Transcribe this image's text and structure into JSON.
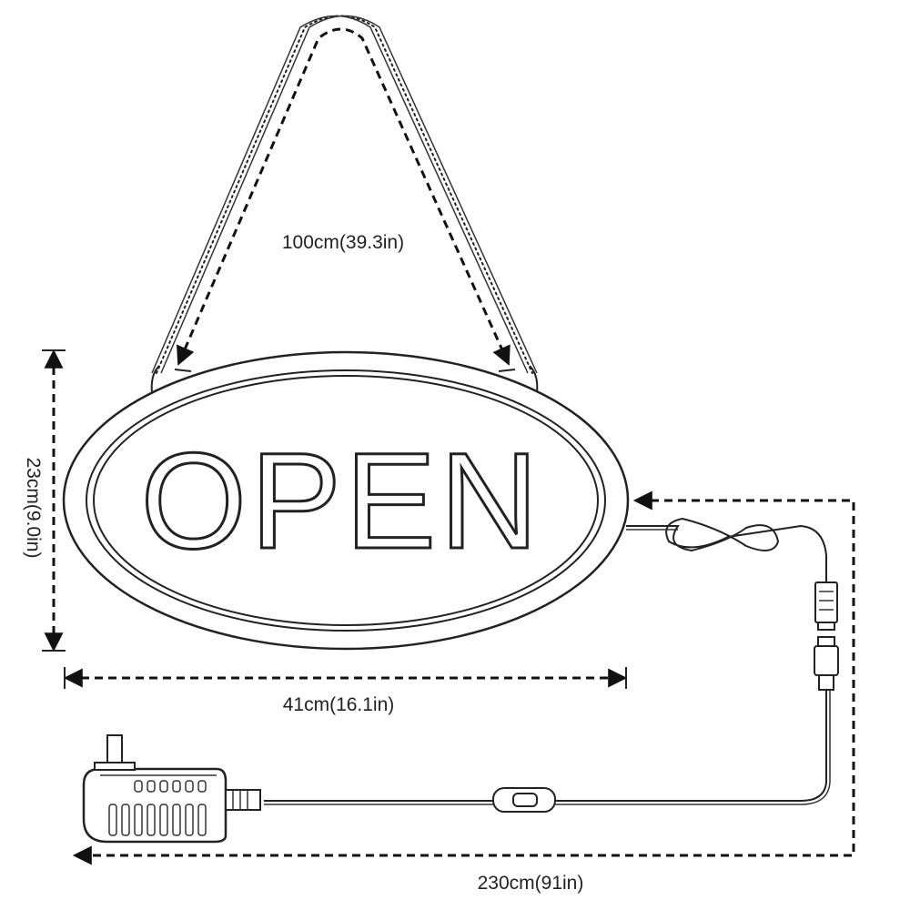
{
  "sign": {
    "text": "OPEN"
  },
  "dimensions": {
    "chain": "100cm(39.3in)",
    "height": "23cm(9.0in)",
    "width": "41cm(16.1in)",
    "cable": "230cm(91in)"
  }
}
